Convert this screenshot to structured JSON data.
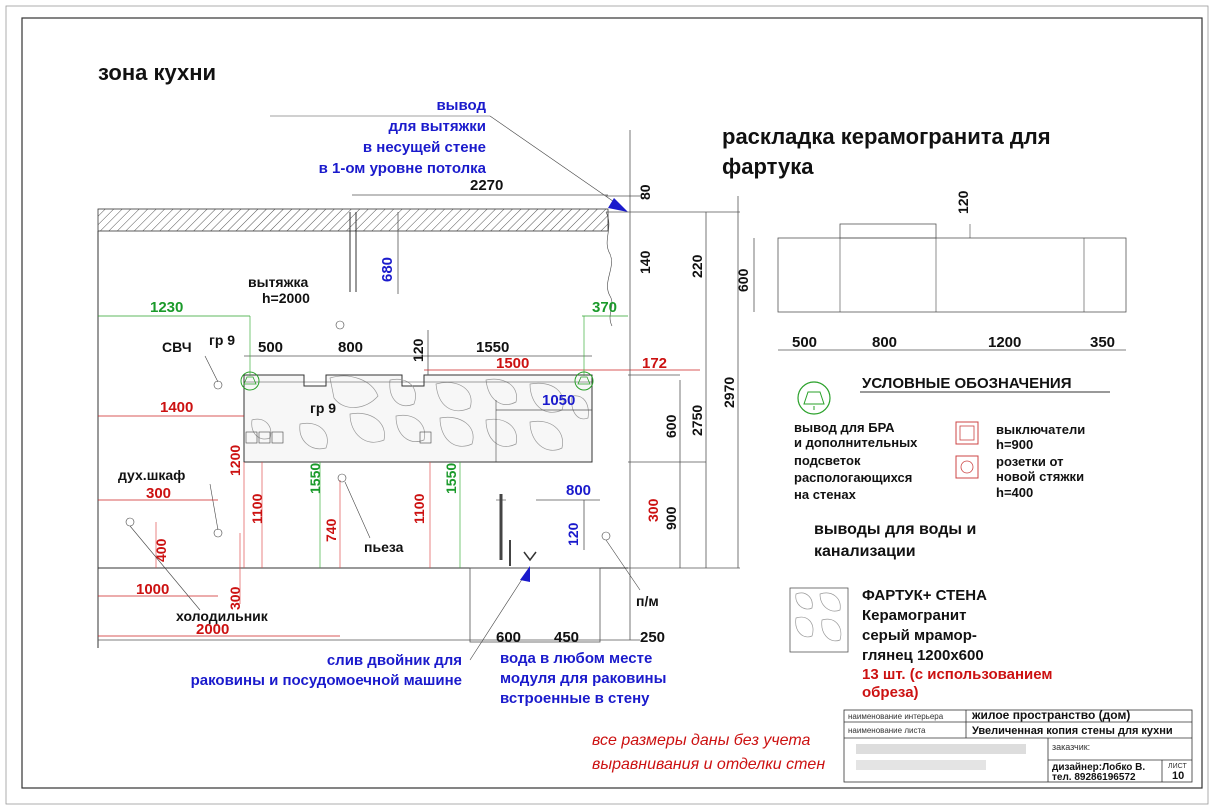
{
  "title_kitchen": "зона кухни",
  "title_tiles_line1": "раскладка керамогранита для",
  "title_tiles_line2": "фартука",
  "hood_outlet": [
    "вывод",
    "для вытяжки",
    "в несущей стене",
    "в 1-ом уровне потолка"
  ],
  "hood_label": [
    "вытяжка",
    "h=2000"
  ],
  "microwave": "СВЧ",
  "oven": "дух.шкаф",
  "fridge": "холодильник",
  "piezo": "пьеза",
  "gr9_a": "гр 9",
  "gr9_b": "гр 9",
  "pm": "п/м",
  "drain_note": [
    "слив двойник для",
    "раковины и посудомоечной машине"
  ],
  "water_note": [
    "вода в любом месте",
    "модуля для раковины",
    "встроенные в стену"
  ],
  "footnote": [
    "все размеры даны без учета",
    "выравнивания и отделки стен"
  ],
  "dims_black": {
    "d2270": "2270",
    "d80": "80",
    "d140": "140",
    "d220": "220",
    "d2750": "2750",
    "d2970": "2970",
    "d500": "500",
    "d800": "800",
    "d120a": "120",
    "d1550": "1550",
    "d600": "600",
    "d600b": "600",
    "d450": "450",
    "d250": "250",
    "d900": "900"
  },
  "dims_blue": {
    "d680": "680",
    "d1050": "1050",
    "d800": "800",
    "d120": "120"
  },
  "dims_green": {
    "d1230": "1230",
    "d370": "370",
    "d1550a": "1550",
    "d1550b": "1550"
  },
  "dims_red": {
    "d1500": "1500",
    "d172": "172",
    "d1400": "1400",
    "d1200": "1200",
    "d1100a": "1100",
    "d1100b": "1100",
    "d740": "740",
    "d300a": "300",
    "d400": "400",
    "d300b": "300",
    "d1000": "1000",
    "d2000": "2000",
    "d300c": "300"
  },
  "tile_layout": {
    "h120": "120",
    "h600": "600",
    "w500": "500",
    "w800": "800",
    "w1200": "1200",
    "w350": "350"
  },
  "legend": {
    "title": "УСЛОВНЫЕ ОБОЗНАЧЕНИЯ",
    "bra": [
      "вывод для БРА",
      "и дополнительных",
      "подсветок",
      "распологающихся",
      "на стенах"
    ],
    "switch": [
      "выключатели",
      "h=900"
    ],
    "socket": [
      "розетки от",
      "новой стяжки",
      "h=400"
    ],
    "water": [
      "выводы для воды и",
      "канализации"
    ]
  },
  "material": {
    "line1": "ФАРТУК+ СТЕНА",
    "line2": "Керамогранит",
    "line3": "серый мрамор-",
    "line4": "глянец 1200х600",
    "qty1": "13 шт. (с использованием",
    "qty2": "обреза)"
  },
  "title_block": {
    "label_interior": "наименование интерьера",
    "value_interior": "жилое пространство (дом)",
    "label_sheet": "наименование листа",
    "value_sheet": "Увеличенная копия стены для кухни",
    "label_customer": "заказчик:",
    "designer": "дизайнер:Лобко В.",
    "phone": "тел. 89286196572",
    "label_list": "ЛИСТ",
    "sheet_no": "10"
  },
  "colors": {
    "green": "#1a9a2a",
    "red": "#cc1111",
    "blue": "#1a1acc"
  }
}
